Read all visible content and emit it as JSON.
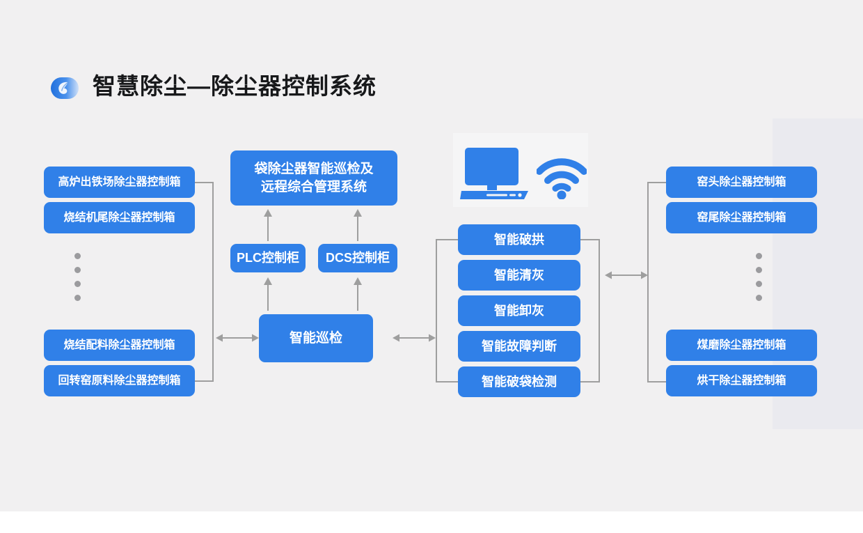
{
  "header": {
    "title": "智慧除尘—除尘器控制系统",
    "logo_name": "company-logo-icon"
  },
  "left_group": {
    "top_boxes": [
      {
        "label": "高炉出铁场除尘器控制箱"
      },
      {
        "label": "烧结机尾除尘器控制箱"
      }
    ],
    "ellipsis_dots": 4,
    "bottom_boxes": [
      {
        "label": "烧结配料除尘器控制箱"
      },
      {
        "label": "回转窑原料除尘器控制箱"
      }
    ]
  },
  "center_group": {
    "system_box": "袋除尘器智能巡检及\n远程综合管理系统",
    "system_box_line1": "袋除尘器智能巡检及",
    "system_box_line2": "远程综合管理系统",
    "cabinets": [
      {
        "label": "PLC控制柜"
      },
      {
        "label": "DCS控制柜"
      }
    ],
    "inspection_box": "智能巡检"
  },
  "device_panel": {
    "computer_icon": "desktop-computer-icon",
    "wifi_icon": "wifi-signal-icon"
  },
  "function_group": {
    "items": [
      {
        "label": "智能破拱"
      },
      {
        "label": "智能清灰"
      },
      {
        "label": "智能卸灰"
      },
      {
        "label": "智能故障判断"
      },
      {
        "label": "智能破袋检测"
      }
    ]
  },
  "right_group": {
    "top_boxes": [
      {
        "label": "窑头除尘器控制箱"
      },
      {
        "label": "窑尾除尘器控制箱"
      }
    ],
    "ellipsis_dots": 4,
    "bottom_boxes": [
      {
        "label": "煤磨除尘器控制箱"
      },
      {
        "label": "烘干除尘器控制箱"
      }
    ]
  },
  "connectors": {
    "left_to_center": "bidirectional-arrow",
    "center_to_functions": "bidirectional-arrow",
    "functions_to_right": "bidirectional-arrow",
    "inspection_to_plc": "up-arrow",
    "inspection_to_dcs": "up-arrow",
    "plc_to_system": "up-arrow",
    "dcs_to_system": "up-arrow"
  },
  "colors": {
    "box_blue": "#3080e8",
    "background": "#f1f0f1",
    "panel_right": "#eaeaef",
    "line_gray": "#9e9e9e",
    "dot_gray": "#9b9b9e",
    "title_dark": "#17181a"
  }
}
